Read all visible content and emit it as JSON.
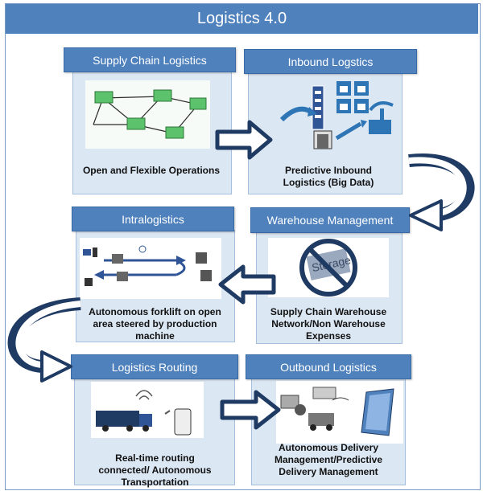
{
  "title": "Logistics 4.0",
  "panels": [
    {
      "header": "Supply Chain Logistics",
      "caption": "Open and Flexible Operations"
    },
    {
      "header": "Inbound Logstics",
      "caption": "Predictive Inbound Logistics (Big Data)"
    },
    {
      "header": "Intralogistics",
      "caption": "Autonomous forklift on open area steered by production machine"
    },
    {
      "header": "Warehouse Management",
      "caption": "Supply Chain Warehouse Network/Non Warehouse Expenses"
    },
    {
      "header": "Logistics Routing",
      "caption": "Real-time routing connected/ Autonomous Transportation"
    },
    {
      "header": "Outbound Logistics",
      "caption": "Autonomous Delivery Management/Predictive Delivery Management"
    }
  ],
  "storage_sign_text": "Storage",
  "colors": {
    "header": "#4f81bd",
    "panel": "#dbe7f3",
    "arrow": "#1f3b63"
  }
}
